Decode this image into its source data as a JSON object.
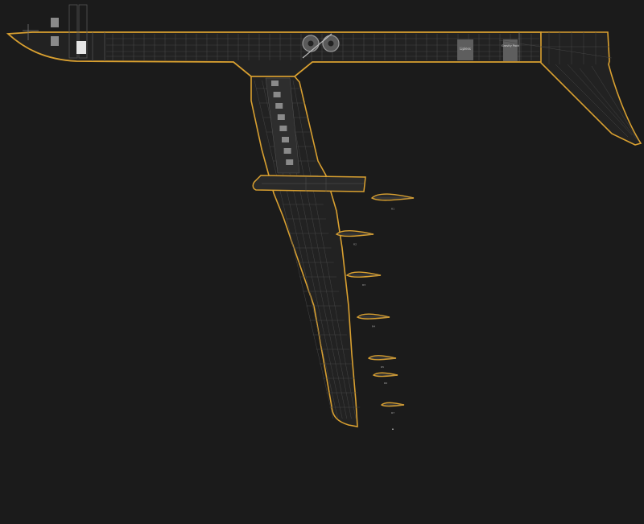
{
  "drawing": {
    "background_color": "#1b1b1b",
    "outline_color": "#d9a030",
    "panel_fill": "#232323",
    "grid_color": "#4a4a4a",
    "fuselage_labels": {
      "box_1": "Lipless",
      "box_2": "Gravity Pack"
    },
    "wing_sections": [
      "R1",
      "R2",
      "R3",
      "R4",
      "R5",
      "R6",
      "R7"
    ],
    "end_marker": "•"
  }
}
